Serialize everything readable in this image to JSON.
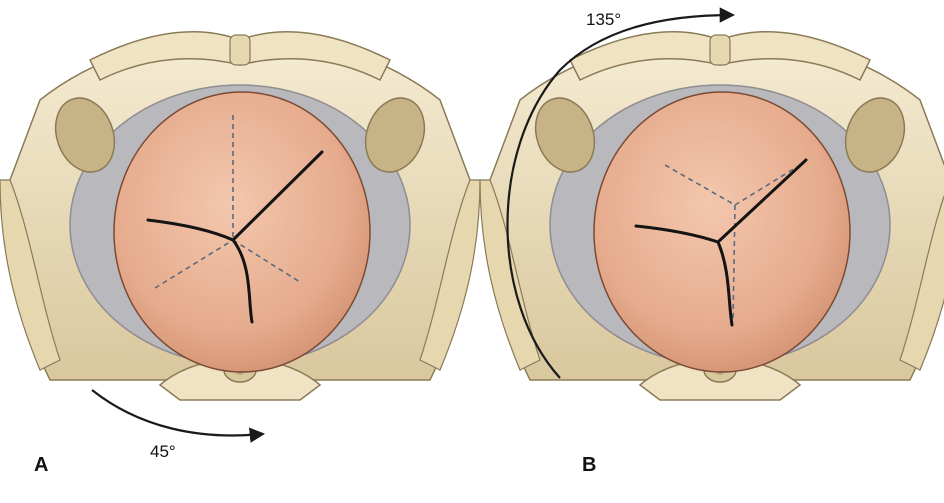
{
  "panels": [
    {
      "letter": "A",
      "angle": "45°"
    },
    {
      "letter": "B",
      "angle": "135°"
    }
  ],
  "colors": {
    "bone": "#efe3c4",
    "bone_dark": "#b8a57c",
    "bone_outline": "#8a7a58",
    "inlet": "#b9b9bd",
    "head": "#e8b095",
    "head_dark": "#cf906f",
    "suture": "#141414",
    "fontanelle_dash": "#5a6a80",
    "arrow": "#1a1a1a"
  }
}
